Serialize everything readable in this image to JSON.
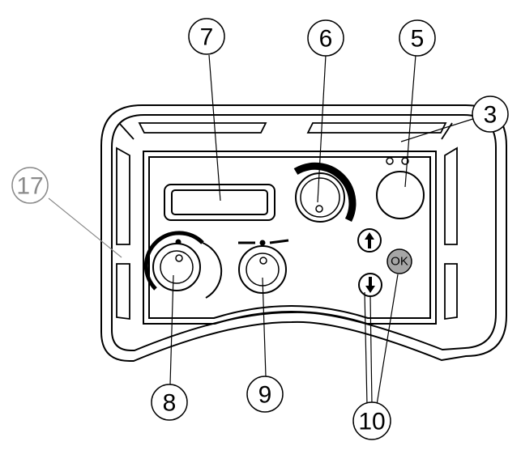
{
  "callouts": {
    "c7": "7",
    "c6": "6",
    "c5": "5",
    "c3": "3",
    "c17": "17",
    "c8": "8",
    "c9": "9",
    "c10": "10"
  },
  "buttons": {
    "ok_label": "OK"
  },
  "icons": {
    "up": "arrow-up-icon",
    "down": "arrow-down-icon"
  },
  "colors": {
    "line": "#000000",
    "callout_17": "#8a8a8a",
    "ok_fill": "#a6a6a6"
  }
}
